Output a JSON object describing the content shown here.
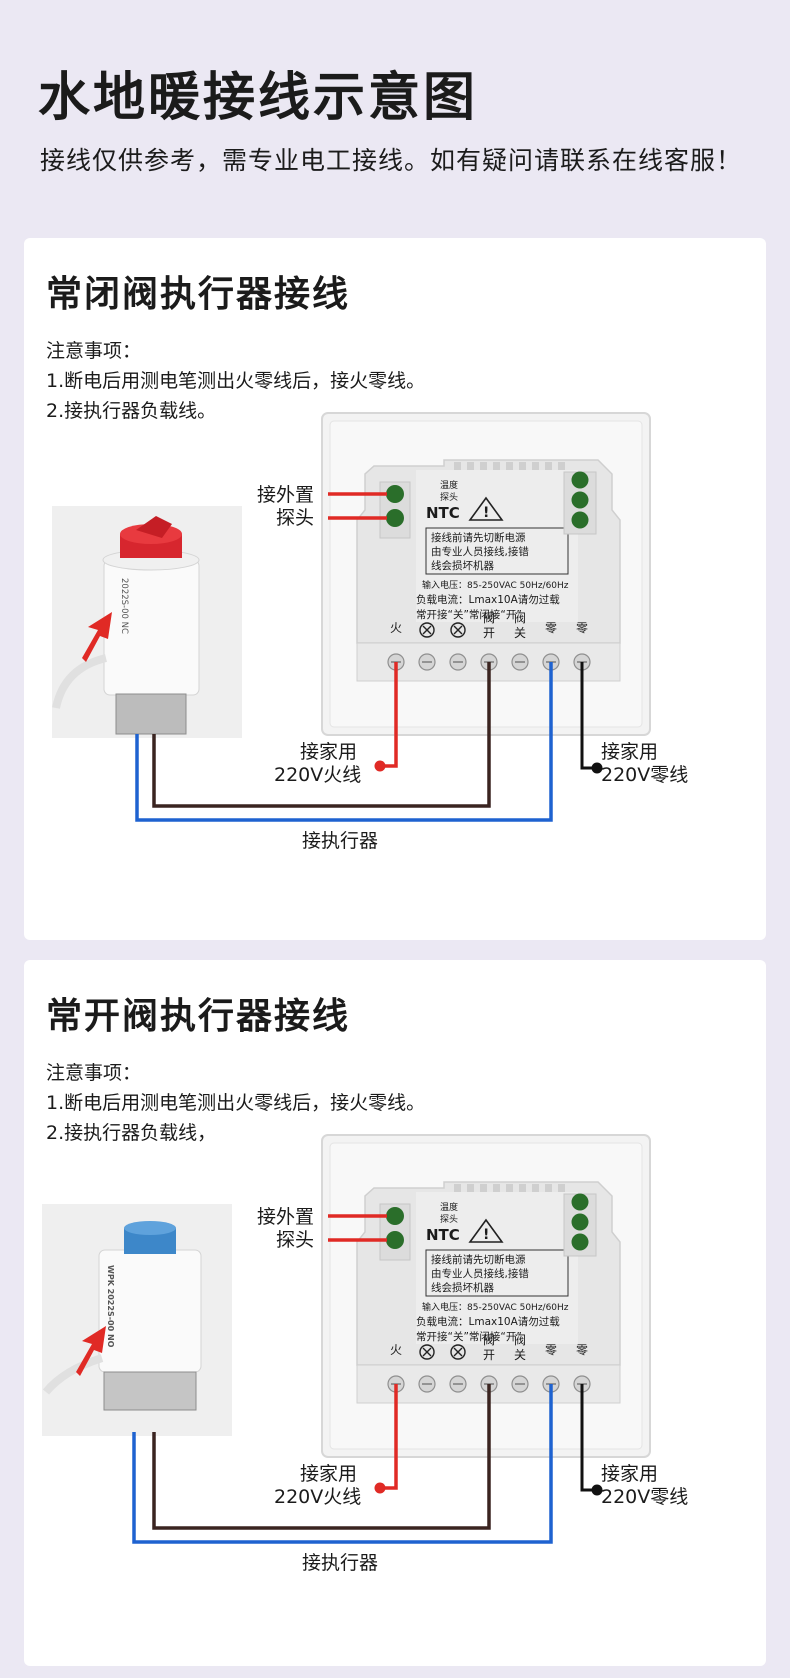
{
  "header": {
    "title": "水地暖接线示意图",
    "subtitle": "接线仅供参考，需专业电工接线。如有疑问请联系在线客服！"
  },
  "colors": {
    "background": "#ebe8f3",
    "live_wire": "#e02a25",
    "brown_wire": "#3a2420",
    "blue_wire": "#1e62d0",
    "black_wire": "#111111",
    "terminal_green": "#2a6e2a",
    "actuator_cap_closed": "#d7262e",
    "actuator_cap_open": "#3d87c9"
  },
  "sections": [
    {
      "title": "常闭阀执行器接线",
      "notes_heading": "注意事项：",
      "notes": [
        "1.断电后用测电笔测出火零线后，接火零线。",
        "2.接执行器负载线。"
      ],
      "actuator_icon": "normally-closed-actuator-photo",
      "actuator_text": "2022S-00 NC",
      "labels": {
        "probe_line1": "接外置",
        "probe_line2": "探头",
        "live_line1": "接家用",
        "live_line2": "220V火线",
        "neutral_line1": "接家用",
        "neutral_line2": "220V零线",
        "actuator": "接执行器"
      }
    },
    {
      "title": "常开阀执行器接线",
      "notes_heading": "注意事项：",
      "notes": [
        "1.断电后用测电笔测出火零线后，接火零线。",
        "2.接执行器负载线，"
      ],
      "actuator_icon": "normally-open-actuator-photo",
      "actuator_text": "WPK 2022S-00 NO",
      "labels": {
        "probe_line1": "接外置",
        "probe_line2": "探头",
        "live_line1": "接家用",
        "live_line2": "220V火线",
        "neutral_line1": "接家用",
        "neutral_line2": "220V零线",
        "actuator": "接执行器"
      }
    }
  ],
  "device": {
    "probe_top": "温度",
    "probe_bottom": "探头",
    "ntc": "NTC",
    "warning_icon": "warning-triangle-icon",
    "warning_lines": [
      "接线前请先切断电源",
      "由专业人员接线,接错",
      "线会损坏机器"
    ],
    "spec_voltage": "输入电压：85-250VAC 50Hz/60Hz",
    "spec_current": "负载电流：Lmax10A请勿过载",
    "spec_mode": "常开接“关”常闭接“开”",
    "terminals": [
      {
        "label": "火"
      },
      {
        "icon": "circle-x-icon"
      },
      {
        "icon": "circle-x-icon"
      },
      {
        "label": "阀开"
      },
      {
        "label": "阀关"
      },
      {
        "label": "零"
      },
      {
        "label": "零"
      }
    ]
  }
}
